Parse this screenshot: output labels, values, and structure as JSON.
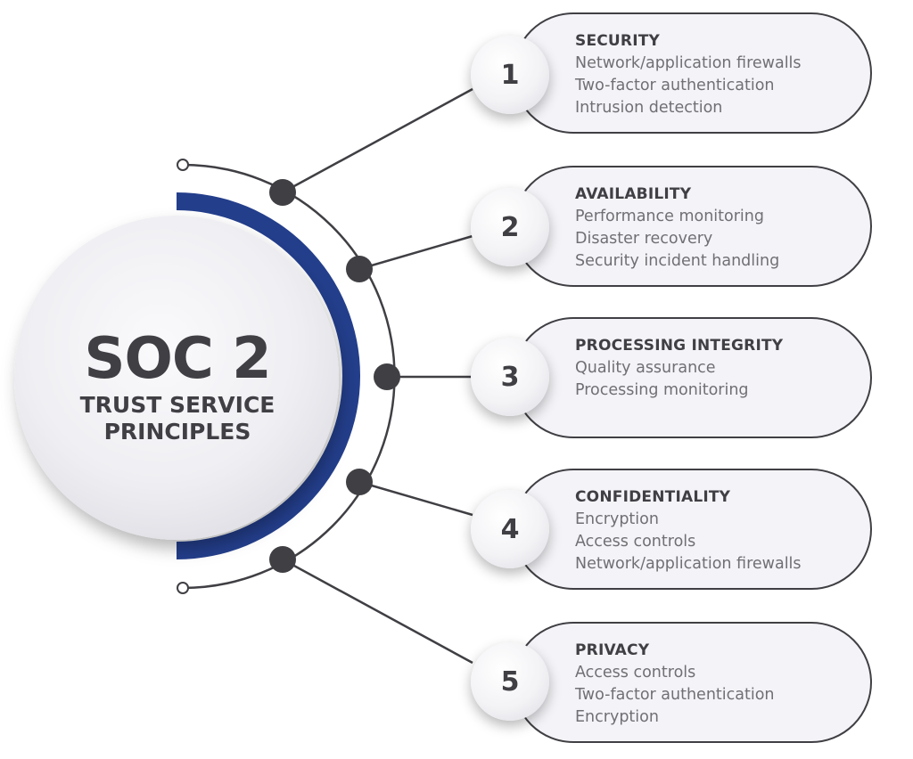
{
  "center": {
    "title": "SOC 2",
    "subtitle_line1": "TRUST SERVICE",
    "subtitle_line2": "PRINCIPLES"
  },
  "colors": {
    "accent_navy": "#233e8b",
    "text_dark": "#3f3f44",
    "text_gray": "#707074",
    "card_fill": "#f4f4f8"
  },
  "principles": [
    {
      "number": "1",
      "title": "SECURITY",
      "items": [
        "Network/application firewalls",
        "Two-factor authentication",
        "Intrusion detection"
      ]
    },
    {
      "number": "2",
      "title": "AVAILABILITY",
      "items": [
        "Performance monitoring",
        "Disaster recovery",
        "Security incident handling"
      ]
    },
    {
      "number": "3",
      "title": "PROCESSING INTEGRITY",
      "items": [
        "Quality assurance",
        "Processing monitoring"
      ]
    },
    {
      "number": "4",
      "title": "CONFIDENTIALITY",
      "items": [
        "Encryption",
        "Access controls",
        "Network/application firewalls"
      ]
    },
    {
      "number": "5",
      "title": "PRIVACY",
      "items": [
        "Access controls",
        "Two-factor authentication",
        "Encryption"
      ]
    }
  ]
}
